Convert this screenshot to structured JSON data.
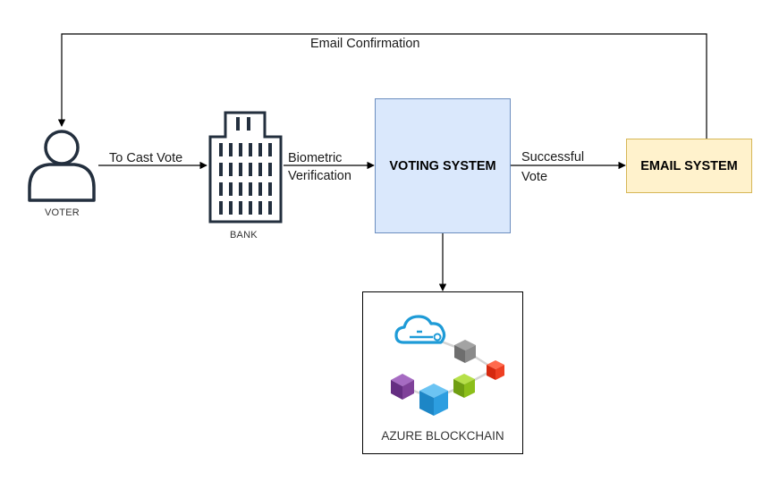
{
  "nodes": {
    "voter": {
      "label": "VOTER"
    },
    "bank": {
      "label": "BANK"
    },
    "voting_system": {
      "label": "VOTING SYSTEM",
      "fill": "#dae8fc",
      "stroke": "#6c8ebf"
    },
    "email_system": {
      "label": "EMAIL SYSTEM",
      "fill": "#fff2cc",
      "stroke": "#d6b656"
    },
    "azure_blockchain": {
      "label": "AZURE BLOCKCHAIN"
    }
  },
  "edges": {
    "email_confirmation": "Email Confirmation",
    "to_cast_vote": "To Cast Vote",
    "biometric_line1": "Biometric",
    "biometric_line2": "Verification",
    "successful_line1": "Successful",
    "successful_line2": "Vote"
  },
  "colors": {
    "line": "#000000",
    "icon_stroke": "#232f3e",
    "cloud": "#1e9bd7",
    "cube_gray": "#7a7a7a",
    "cube_red": "#e8381d",
    "cube_green": "#84b817",
    "cube_purple": "#7a3d98",
    "cube_blue": "#2d9ee0"
  }
}
